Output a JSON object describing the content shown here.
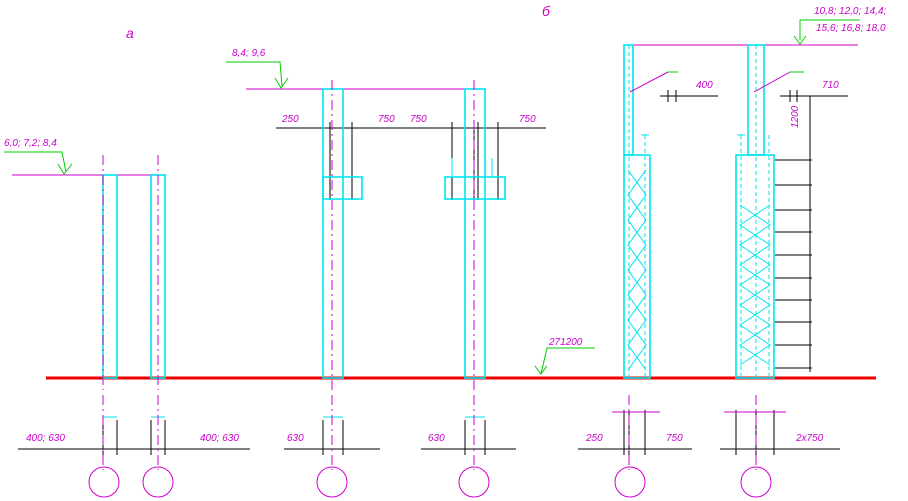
{
  "labels": {
    "section_a": "а",
    "section_b": "б",
    "level_a": "6,0; 7,2; 8,4",
    "level_mid": "8,4; 9,6",
    "level_b_line1": "10,8; 12,0; 14,4;",
    "level_b_line2": "15,6; 16,8; 18,0",
    "ground_level": "271200",
    "dim_250_top": "250",
    "dim_750_a": "750",
    "dim_750_b": "750",
    "dim_750_c": "750",
    "dim_400_top": "400",
    "dim_710": "710",
    "dim_1200": "1200",
    "foot_400_630_left": "400; 630",
    "foot_400_630_right": "400; 630",
    "foot_630_a": "630",
    "foot_630_b": "630",
    "foot_250": "250",
    "foot_750": "750",
    "foot_2x750": "2х750"
  },
  "colors": {
    "annotation": "#cc00cc",
    "structure": "#00e5ee",
    "ground_line": "#ee0000",
    "level_marker": "#00cc00",
    "dimension": "#000000"
  }
}
